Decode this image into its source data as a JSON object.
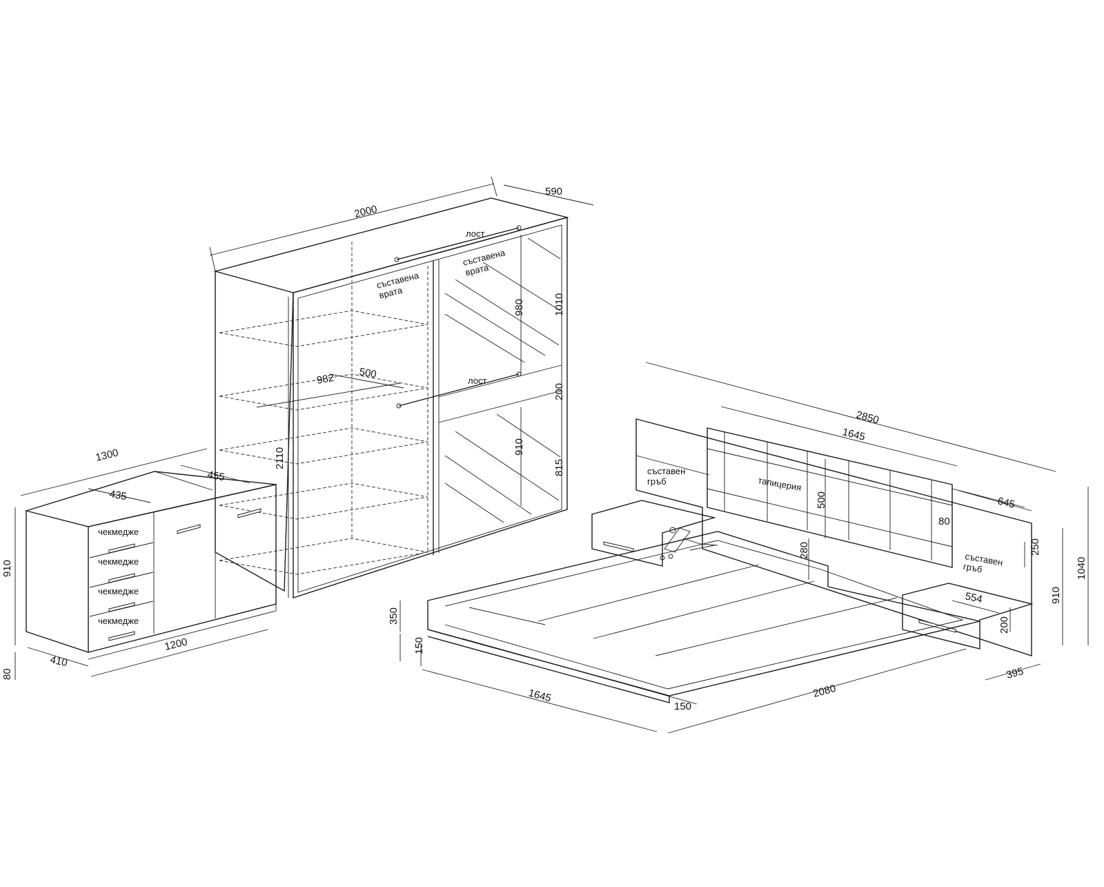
{
  "diagram": {
    "wardrobe": {
      "width": "2000",
      "depth": "590",
      "height": "2110",
      "rail_label_upper": "лост",
      "rail_label_lower": "лост",
      "door_label_left": "съставена\nврата",
      "door_label_right": "съставена\nврата",
      "mirror_upper": "980",
      "panel_upper": "1010",
      "gap": "200",
      "mirror_lower": "910",
      "panel_lower": "815",
      "shelf_width": "982",
      "shelf_depth": "500"
    },
    "dresser": {
      "width": "1300",
      "top_left": "435",
      "top_right": "455",
      "height": "910",
      "plinth": "80",
      "depth": "410",
      "base_width": "1200",
      "drawer_labels": [
        "чекмедже",
        "чекмедже",
        "чекмедже",
        "чекмедже"
      ]
    },
    "bed": {
      "total_width": "2850",
      "headboard_width": "1645",
      "cushion_label": "тапицерия",
      "cushion_height": "500",
      "cushion_depth": "80",
      "side_panel_left": "съставен\nгръб",
      "side_panel_right": "съставен\nгръб",
      "side_panel_width": "645",
      "side_panel_height": "250",
      "total_height": "1040",
      "headboard_height": "910",
      "frame_height": "350",
      "leg_height": "150",
      "inner_height": "280",
      "bed_width": "1645",
      "bed_length": "2080",
      "bottom_gap": "150",
      "nightstand_width": "554",
      "nightstand_height": "200",
      "nightstand_depth": "395"
    }
  }
}
